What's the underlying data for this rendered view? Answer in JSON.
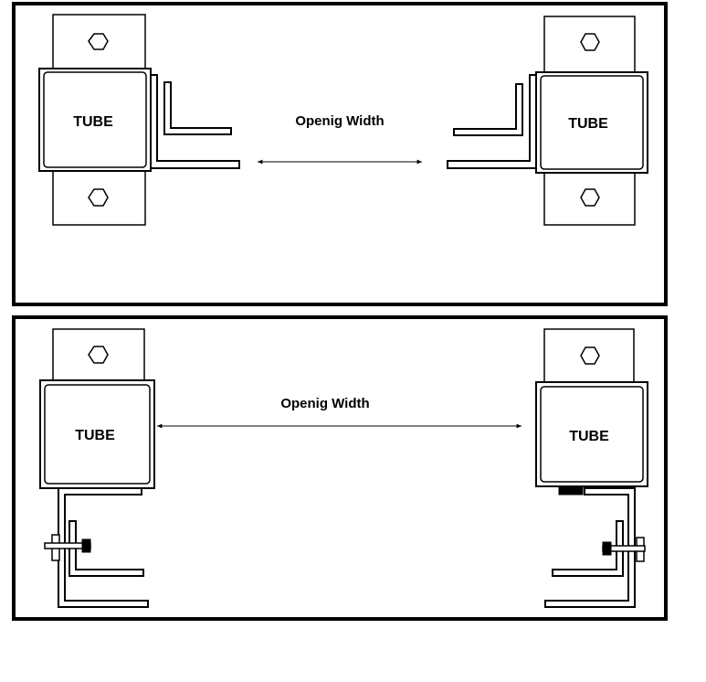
{
  "panels": [
    {
      "left_tube_label": "TUBE",
      "right_tube_label": "TUBE",
      "dimension_label": "Openig Width"
    },
    {
      "left_tube_label": "TUBE",
      "right_tube_label": "TUBE",
      "dimension_label": "Openig Width"
    }
  ],
  "colors": {
    "line": "#000000",
    "background": "#ffffff"
  }
}
